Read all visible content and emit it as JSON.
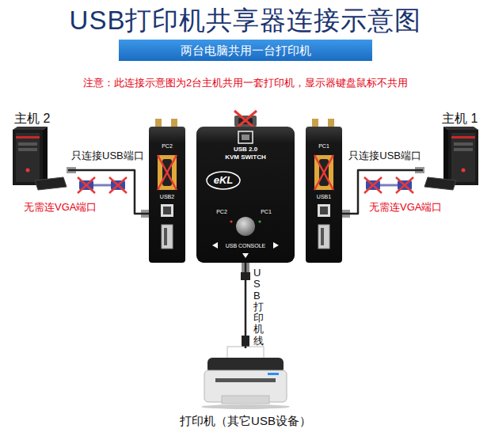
{
  "diagram": {
    "title": "USB打印机共享器连接示意图",
    "nodes": [
      {
        "text": [
          "两台电脑共用一台打印机"
        ]
      },
      {
        "text": [
          "主机 2"
        ]
      },
      {
        "text": [
          "PC2",
          "USB2"
        ]
      },
      {
        "text": [
          "USB 2.0",
          "KVM SWITCH",
          "eKL",
          "PC2",
          "PC1",
          "USB CONSOLE"
        ]
      },
      {
        "text": [
          "PC1",
          "USB1"
        ]
      },
      {
        "text": [
          "主机 1"
        ]
      },
      {
        "text": [
          "打印机（其它USB设备）"
        ]
      }
    ],
    "edges": [
      {
        "from": 1,
        "to": 2,
        "label": "只连接USB端口",
        "arrow": "none"
      },
      {
        "from": 5,
        "to": 4,
        "label": "只连接USB端口",
        "arrow": "none"
      },
      {
        "from": 3,
        "to": 6,
        "label": "USB打印机线",
        "arrow": "none"
      }
    ],
    "labels": [
      "注意：此连接示意图为2台主机共用一套打印机，显示器键盘鼠标不共用",
      "无需连VGA端口",
      "无需连VGA端口"
    ]
  }
}
